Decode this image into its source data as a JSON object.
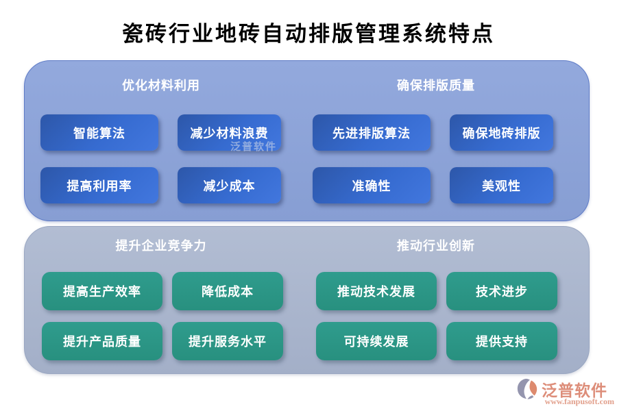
{
  "page": {
    "title": "瓷砖行业地砖自动排版管理系统特点"
  },
  "panels": [
    {
      "name": "top",
      "groups": [
        {
          "header": "优化材料利用",
          "buttons": [
            "智能算法",
            "减少材料浪费",
            "提高利用率",
            "减少成本"
          ]
        },
        {
          "header": "确保排版质量",
          "buttons": [
            "先进排版算法",
            "确保地砖排版",
            "准确性",
            "美观性"
          ]
        }
      ]
    },
    {
      "name": "bottom",
      "groups": [
        {
          "header": "提升企业竞争力",
          "buttons": [
            "提高生产效率",
            "降低成本",
            "提升产品质量",
            "提升服务水平"
          ]
        },
        {
          "header": "推动行业创新",
          "buttons": [
            "推动技术发展",
            "技术进步",
            "可持续发展",
            "提供支持"
          ]
        }
      ]
    }
  ],
  "watermark": {
    "text": "泛普软件"
  },
  "logo": {
    "name": "泛普软件",
    "url": "www.fanpusoft.com"
  },
  "colors": {
    "panel_top": "#8ba2d6",
    "panel_bottom": "#a9b5cd",
    "button_blue": "#3263c4",
    "button_teal": "#2a9386",
    "logo_text": "#dd8d79"
  }
}
